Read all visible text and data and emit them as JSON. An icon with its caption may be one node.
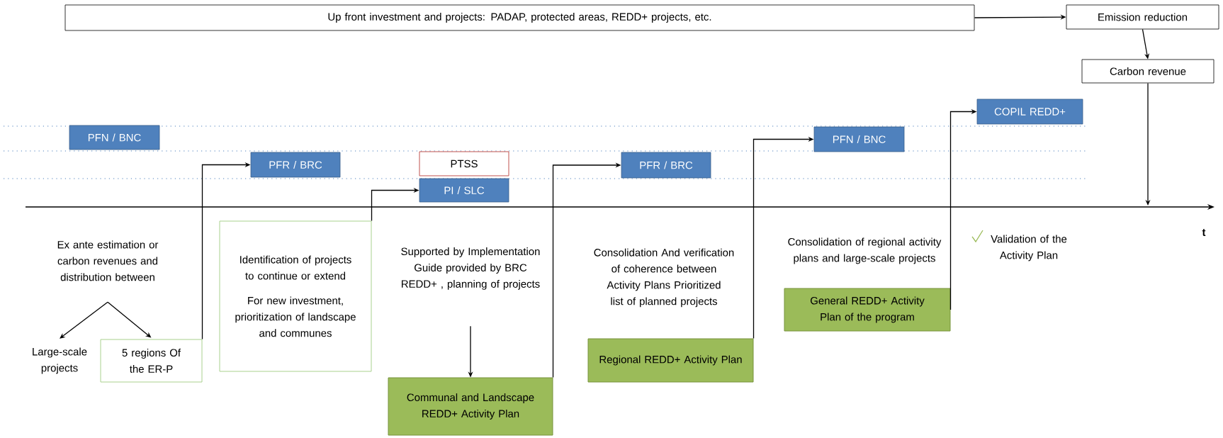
{
  "diagram": {
    "nodes": [
      {
        "text": [
          "Up front investment and projects: PADAP, protected areas, REDD+ projects, etc."
        ]
      },
      {
        "text": [
          "Emission reduction"
        ]
      },
      {
        "text": [
          "Carbon revenue"
        ]
      },
      {
        "text": [
          "PFN / BNC"
        ]
      },
      {
        "text": [
          "PFR / BRC"
        ]
      },
      {
        "text": [
          "PTSS"
        ]
      },
      {
        "text": [
          "PI / SLC"
        ]
      },
      {
        "text": [
          "PFR / BRC"
        ]
      },
      {
        "text": [
          "PFN / BNC"
        ]
      },
      {
        "text": [
          "COPIL REDD+"
        ]
      },
      {
        "text": [
          "Ex ante estimation or carbon revenues and distribution between"
        ]
      },
      {
        "text": [
          "Large-scale projects"
        ]
      },
      {
        "text": [
          "5 regions Of the ER-P"
        ]
      },
      {
        "text": [
          "Identification of projects to continue or extend",
          "For new investment, prioritization of landscape and communes"
        ]
      },
      {
        "text": [
          "Supported by Implementation Guide provided by BRC REDD+ , planning of projects"
        ]
      },
      {
        "text": [
          "Communal and Landscape REDD+ Activity Plan"
        ]
      },
      {
        "text": [
          "Regional REDD+ Activity Plan"
        ]
      },
      {
        "text": [
          "General REDD+ Activity Plan of the program"
        ]
      }
    ],
    "edges": [
      {
        "from": 0,
        "to": 1,
        "arrow": "to"
      },
      {
        "from": 1,
        "to": 2,
        "arrow": "to"
      },
      {
        "from": 2,
        "to": null,
        "arrow": "to"
      },
      {
        "from": 10,
        "to": 11,
        "arrow": "to"
      },
      {
        "from": 10,
        "to": 12,
        "arrow": "to"
      },
      {
        "from": 12,
        "to": 4,
        "arrow": "to"
      },
      {
        "from": 13,
        "to": 6,
        "arrow": "to"
      },
      {
        "from": 14,
        "to": 15,
        "arrow": "to"
      },
      {
        "from": 15,
        "to": 7,
        "arrow": "to"
      },
      {
        "from": 16,
        "to": 8,
        "arrow": "to"
      },
      {
        "from": 17,
        "to": 9,
        "arrow": "to"
      }
    ],
    "labels": [
      "Consolidation And verification of coherence between Activity Plans Prioritized list of planned projects",
      "Consolidation of regional activity plans and large-scale projects",
      "Validation of the Activity Plan",
      "t"
    ]
  }
}
